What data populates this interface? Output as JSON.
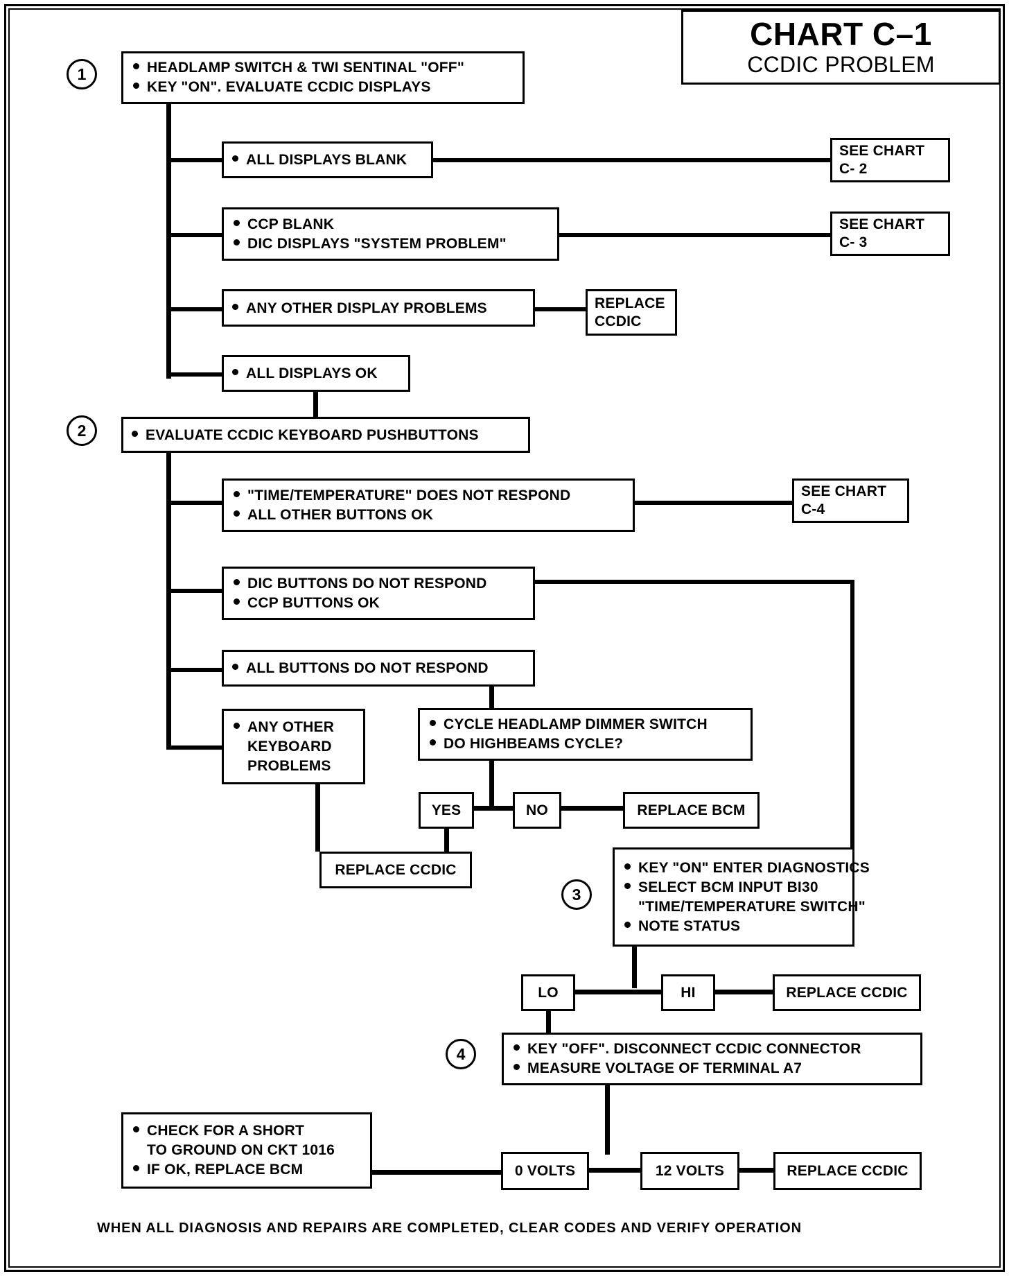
{
  "title": {
    "main": "CHART C–1",
    "sub": "CCDIC PROBLEM"
  },
  "steps": {
    "one": "1",
    "two": "2",
    "three": "3",
    "four": "4"
  },
  "boxes": {
    "step1": {
      "lines": [
        "HEADLAMP SWITCH & TWI SENTINAL \"OFF\"",
        "KEY \"ON\". EVALUATE CCDIC DISPLAYS"
      ]
    },
    "all_displays_blank": {
      "lines": [
        "ALL DISPLAYS BLANK"
      ]
    },
    "see_chart_c2": {
      "lines": [
        "SEE CHART",
        "C- 2"
      ]
    },
    "ccp_blank": {
      "lines": [
        "CCP BLANK",
        "DIC DISPLAYS \"SYSTEM PROBLEM\""
      ]
    },
    "see_chart_c3": {
      "lines": [
        "SEE CHART",
        "C- 3"
      ]
    },
    "any_other_display_problems": {
      "lines": [
        "ANY OTHER DISPLAY PROBLEMS"
      ]
    },
    "replace_ccdic_1": {
      "lines": [
        "REPLACE",
        "CCDIC"
      ]
    },
    "all_displays_ok": {
      "lines": [
        "ALL DISPLAYS OK"
      ]
    },
    "step2": {
      "lines": [
        "EVALUATE CCDIC KEYBOARD PUSHBUTTONS"
      ]
    },
    "time_temp_no_respond": {
      "lines": [
        "\"TIME/TEMPERATURE\" DOES NOT RESPOND",
        "ALL OTHER BUTTONS OK"
      ]
    },
    "see_chart_c4": {
      "lines": [
        "SEE CHART",
        "C-4"
      ]
    },
    "dic_buttons_no_respond": {
      "lines": [
        "DIC BUTTONS DO NOT RESPOND",
        "CCP BUTTONS OK"
      ]
    },
    "all_buttons_no_respond": {
      "lines": [
        "ALL BUTTONS DO NOT RESPOND"
      ]
    },
    "any_other_keyboard_problems": {
      "lines": [
        "ANY OTHER",
        "KEYBOARD",
        "PROBLEMS"
      ]
    },
    "cycle_dimmer": {
      "lines": [
        "CYCLE HEADLAMP DIMMER SWITCH",
        "DO HIGHBEAMS CYCLE?"
      ]
    },
    "yes": {
      "lines": [
        "YES"
      ]
    },
    "no": {
      "lines": [
        "NO"
      ]
    },
    "replace_bcm": {
      "lines": [
        "REPLACE BCM"
      ]
    },
    "replace_ccdic_2": {
      "lines": [
        "REPLACE CCDIC"
      ]
    },
    "step3": {
      "lines": [
        "KEY \"ON\" ENTER DIAGNOSTICS",
        "SELECT BCM INPUT BI30",
        "\"TIME/TEMPERATURE SWITCH\"",
        "NOTE STATUS"
      ]
    },
    "lo": {
      "lines": [
        "LO"
      ]
    },
    "hi": {
      "lines": [
        "HI"
      ]
    },
    "replace_ccdic_3": {
      "lines": [
        "REPLACE CCDIC"
      ]
    },
    "step4": {
      "lines": [
        "KEY \"OFF\". DISCONNECT CCDIC CONNECTOR",
        "MEASURE VOLTAGE OF TERMINAL A7"
      ]
    },
    "check_short": {
      "lines": [
        "CHECK FOR A SHORT",
        "TO GROUND ON CKT 1016",
        "IF OK, REPLACE BCM"
      ]
    },
    "zero_volts": {
      "lines": [
        "0 VOLTS"
      ]
    },
    "twelve_volts": {
      "lines": [
        "12 VOLTS"
      ]
    },
    "replace_ccdic_4": {
      "lines": [
        "REPLACE CCDIC"
      ]
    }
  },
  "footer": "WHEN ALL DIAGNOSIS AND REPAIRS ARE COMPLETED, CLEAR CODES AND VERIFY OPERATION"
}
